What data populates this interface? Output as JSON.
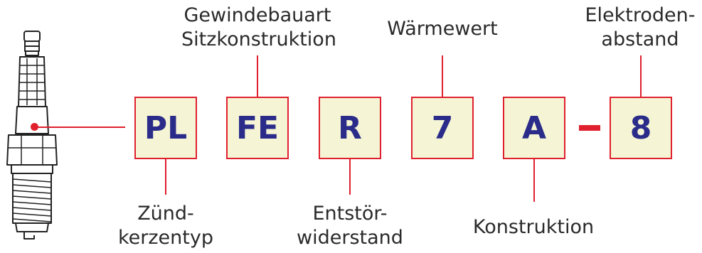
{
  "code_boxes": {
    "pl": "PL",
    "fe": "FE",
    "r": "R",
    "seven": "7",
    "a": "A",
    "eight": "8"
  },
  "top_labels": {
    "fe_line1": "Gewindebauart",
    "fe_line2": "Sitzkonstruktion",
    "seven": "Wärmewert",
    "eight_line1": "Elektroden-",
    "eight_line2": "abstand"
  },
  "bottom_labels": {
    "pl_line1": "Zünd-",
    "pl_line2": "kerzentyp",
    "r_line1": "Entstör-",
    "r_line2": "widerstand",
    "a": "Konstruktion"
  },
  "colors": {
    "box_fill": "#f5f5d5",
    "box_border": "#e0202e",
    "code_text": "#2b2c8a",
    "label_text": "#2a2a2a",
    "accent": "#e0202e"
  },
  "icons": {
    "spark_plug": "spark-plug-icon"
  }
}
